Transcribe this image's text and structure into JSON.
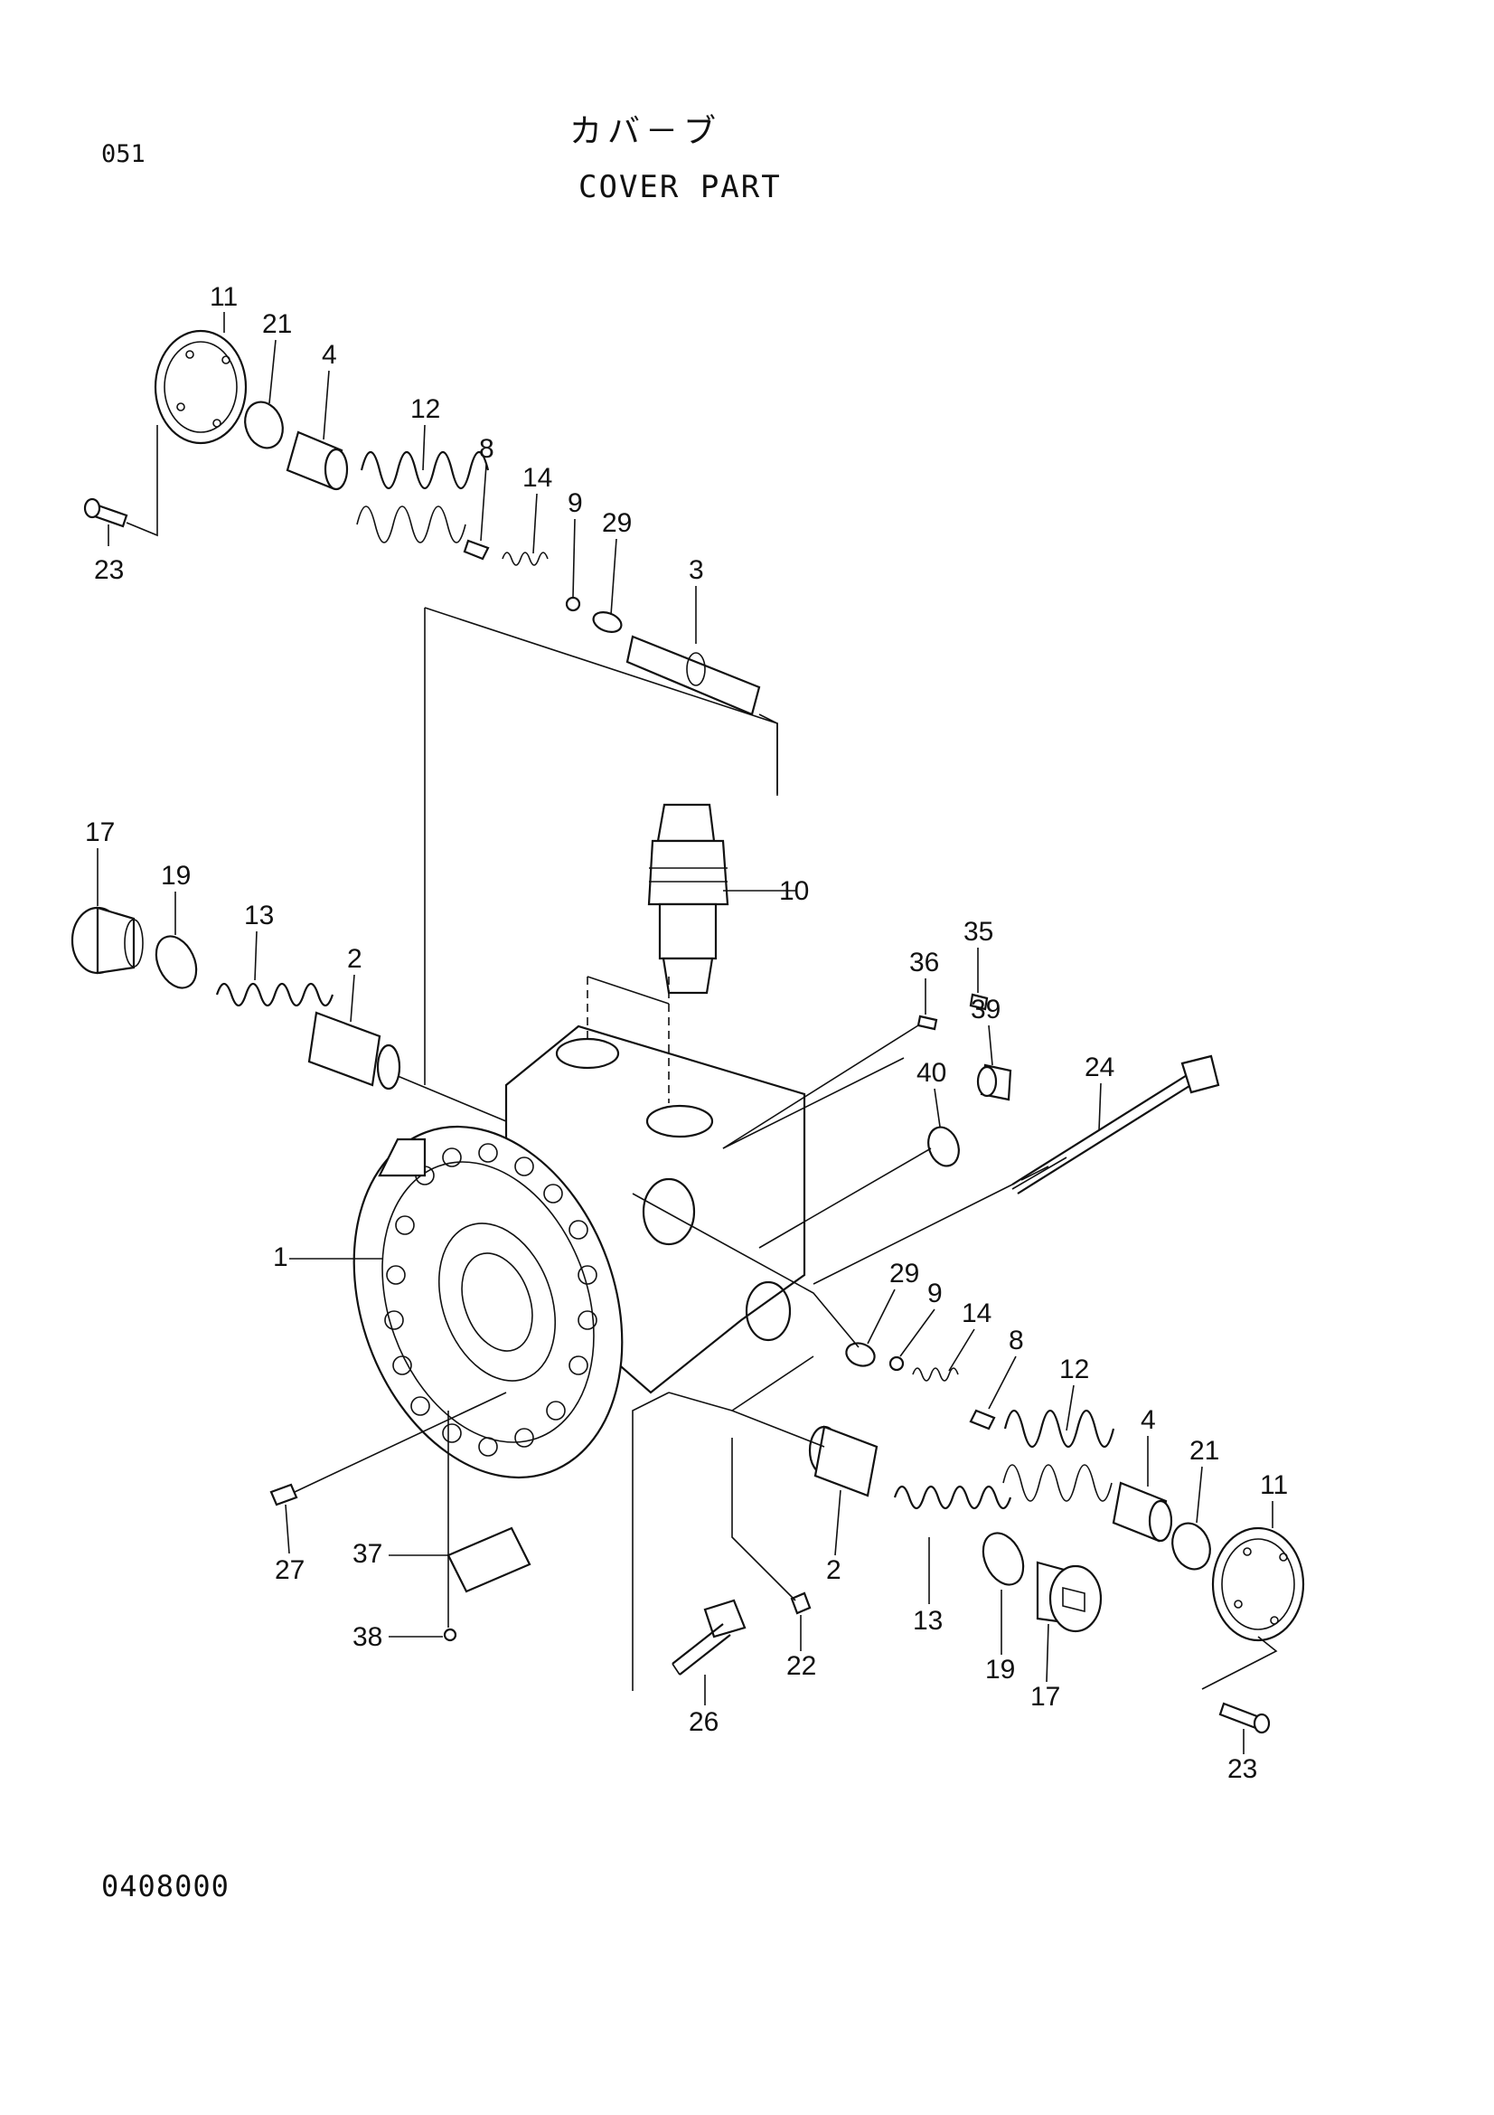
{
  "header": {
    "page_code": "051",
    "title_jp": "カバ－ブ",
    "title_en": "COVER PART"
  },
  "footer": {
    "doc_code": "0408000"
  },
  "callouts": [
    {
      "id": "c-11-top",
      "text": "11"
    },
    {
      "id": "c-21-top",
      "text": "21"
    },
    {
      "id": "c-4-top",
      "text": "4"
    },
    {
      "id": "c-12-top",
      "text": "12"
    },
    {
      "id": "c-8-top",
      "text": "8"
    },
    {
      "id": "c-14-top",
      "text": "14"
    },
    {
      "id": "c-9-top",
      "text": "9"
    },
    {
      "id": "c-29-top",
      "text": "29"
    },
    {
      "id": "c-3",
      "text": "3"
    },
    {
      "id": "c-23-top",
      "text": "23"
    },
    {
      "id": "c-10",
      "text": "10"
    },
    {
      "id": "c-17-left",
      "text": "17"
    },
    {
      "id": "c-19-left",
      "text": "19"
    },
    {
      "id": "c-13-left",
      "text": "13"
    },
    {
      "id": "c-2-left",
      "text": "2"
    },
    {
      "id": "c-35",
      "text": "35"
    },
    {
      "id": "c-36",
      "text": "36"
    },
    {
      "id": "c-39",
      "text": "39"
    },
    {
      "id": "c-40",
      "text": "40"
    },
    {
      "id": "c-24",
      "text": "24"
    },
    {
      "id": "c-1",
      "text": "1"
    },
    {
      "id": "c-29-right",
      "text": "29"
    },
    {
      "id": "c-9-right",
      "text": "9"
    },
    {
      "id": "c-14-right",
      "text": "14"
    },
    {
      "id": "c-8-right",
      "text": "8"
    },
    {
      "id": "c-12-right",
      "text": "12"
    },
    {
      "id": "c-4-right",
      "text": "4"
    },
    {
      "id": "c-21-right",
      "text": "21"
    },
    {
      "id": "c-11-right",
      "text": "11"
    },
    {
      "id": "c-27",
      "text": "27"
    },
    {
      "id": "c-37",
      "text": "37"
    },
    {
      "id": "c-38",
      "text": "38"
    },
    {
      "id": "c-2-bottom",
      "text": "2"
    },
    {
      "id": "c-13-bottom",
      "text": "13"
    },
    {
      "id": "c-19-bottom",
      "text": "19"
    },
    {
      "id": "c-17-bottom",
      "text": "17"
    },
    {
      "id": "c-22",
      "text": "22"
    },
    {
      "id": "c-26",
      "text": "26"
    },
    {
      "id": "c-23-bottom",
      "text": "23"
    }
  ]
}
